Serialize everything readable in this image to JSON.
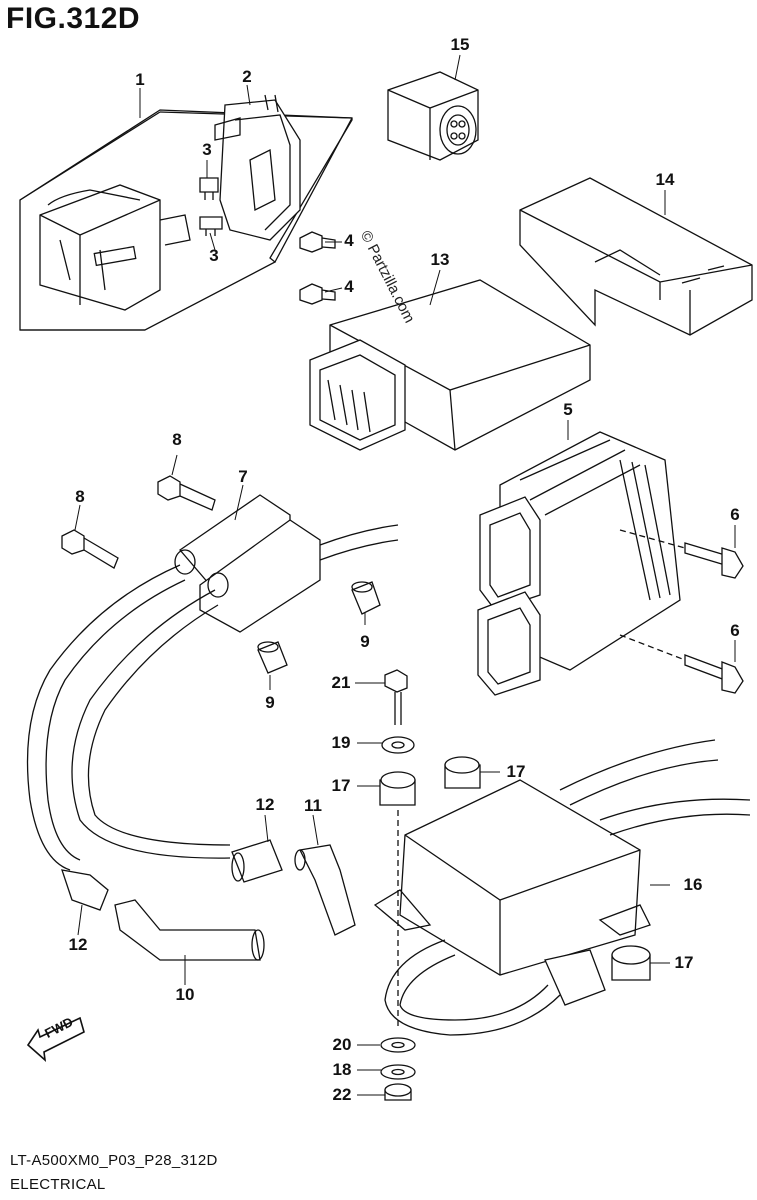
{
  "title": "FIG.312D",
  "diagram_code": "LT-A500XM0_P03_P28_312D",
  "section": "ELECTRICAL",
  "fwd_label": "FWD",
  "watermark": "© Partzilla.com",
  "parts": {
    "p1": "1",
    "p2": "2",
    "p3a": "3",
    "p3b": "3",
    "p4a": "4",
    "p4b": "4",
    "p5": "5",
    "p6a": "6",
    "p6b": "6",
    "p7": "7",
    "p8a": "8",
    "p8b": "8",
    "p9a": "9",
    "p9b": "9",
    "p10": "10",
    "p11": "11",
    "p12a": "12",
    "p12b": "12",
    "p13": "13",
    "p14": "14",
    "p15": "15",
    "p16": "16",
    "p17a": "17",
    "p17b": "17",
    "p17c": "17",
    "p18": "18",
    "p19": "19",
    "p20": "20",
    "p21": "21",
    "p22": "22"
  }
}
